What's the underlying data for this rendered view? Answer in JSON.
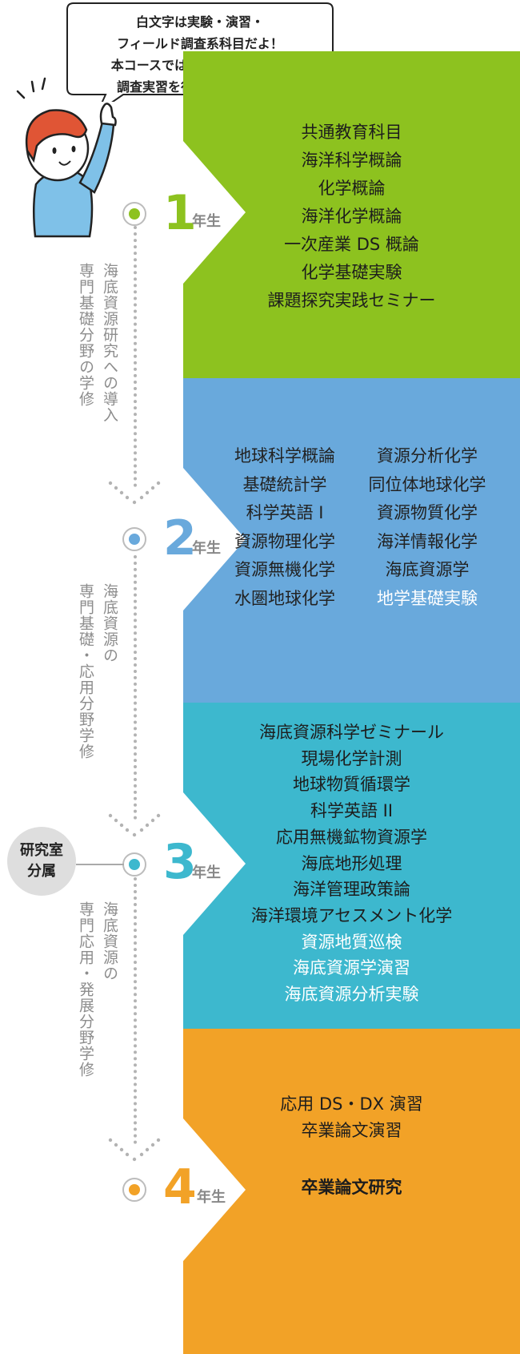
{
  "bubble": {
    "lines": [
      "白文字は実験・演習・",
      "フィールド調査系科目だよ！",
      "本コースでは実際に船に乗って",
      "調査実習を行うのが醍醐味！"
    ]
  },
  "timeline": {
    "years": [
      {
        "number": "1",
        "suffix": "年生",
        "color": "#8dc21f"
      },
      {
        "number": "2",
        "suffix": "年生",
        "color": "#69a9dc"
      },
      {
        "number": "3",
        "suffix": "年生",
        "color": "#3db8ce"
      },
      {
        "number": "4",
        "suffix": "年生",
        "color": "#f2a227"
      }
    ],
    "phases": [
      {
        "line1": "海底資源研究への導入",
        "line2": "専門基礎分野の学修"
      },
      {
        "line1": "海底資源の",
        "line2": "専門基礎・応用分野学修"
      },
      {
        "line1": "海底資源の",
        "line2": "専門応用・発展分野学修"
      }
    ],
    "lab_badge": {
      "line1": "研究室",
      "line2": "分属"
    }
  },
  "year1": {
    "color": "#8dc21f",
    "courses": [
      "共通教育科目",
      "海洋科学概論",
      "化学概論",
      "海洋化学概論",
      "一次産業 DS 概論",
      "化学基礎実験",
      "課題探究実践セミナー"
    ],
    "white_from": 99
  },
  "year2": {
    "color": "#69a9dc",
    "left": [
      "地球科学概論",
      "基礎統計学",
      "科学英語 I",
      "資源物理化学",
      "資源無機化学",
      "水圏地球化学"
    ],
    "right": [
      "資源分析化学",
      "同位体地球化学",
      "資源物質化学",
      "海洋情報化学",
      "海底資源学",
      "地学基礎実験"
    ]
  },
  "year3": {
    "color": "#3db8ce",
    "courses": [
      "海底資源科学ゼミナール",
      "現場化学計測",
      "地球物質循環学",
      "科学英語 II",
      "応用無機鉱物資源学",
      "海底地形処理",
      "海洋管理政策論",
      "海洋環境アセスメント化学"
    ],
    "white_courses": [
      "資源地質巡検",
      "海底資源学演習",
      "海底資源分析実験"
    ]
  },
  "year4": {
    "color": "#f2a227",
    "courses": [
      "応用 DS・DX 演習",
      "卒業論文演習"
    ],
    "thesis": "卒業論文研究"
  },
  "colors": {
    "dot_line": "#b3b3b3",
    "phase_text": "#8d8d8d",
    "year_suffix": "#888888",
    "lab_badge_bg": "#dedede",
    "hair": "#e05535",
    "shirt": "#7fc1e8"
  }
}
